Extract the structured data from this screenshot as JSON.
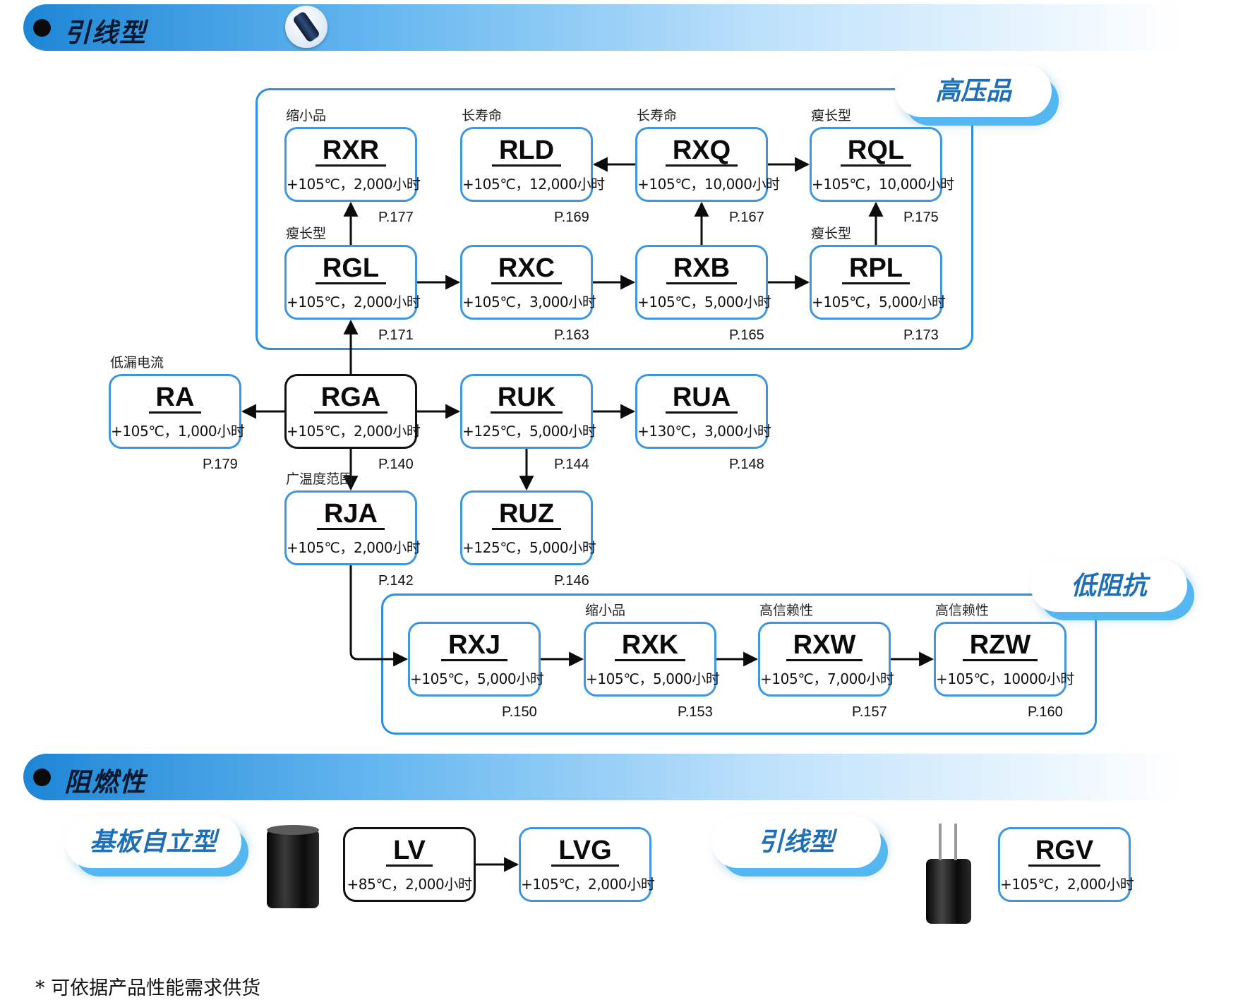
{
  "sections": {
    "leaded": "引线型",
    "flame": "阻燃性"
  },
  "tags": {
    "high_voltage": "高压品",
    "low_impedance": "低阻抗",
    "snap_in": "基板自立型",
    "leaded": "引线型"
  },
  "nodes": {
    "RXR": {
      "name": "RXR",
      "spec": "+105℃，2,000小时",
      "page": "P.177",
      "label": "缩小品"
    },
    "RLD": {
      "name": "RLD",
      "spec": "+105℃，12,000小时",
      "page": "P.169",
      "label": "长寿命"
    },
    "RXQ": {
      "name": "RXQ",
      "spec": "+105℃，10,000小时",
      "page": "P.167",
      "label": "长寿命"
    },
    "RQL": {
      "name": "RQL",
      "spec": "+105℃，10,000小时",
      "page": "P.175",
      "label": "瘦长型"
    },
    "RGL": {
      "name": "RGL",
      "spec": "+105℃，2,000小时",
      "page": "P.171",
      "label": "瘦长型"
    },
    "RXC": {
      "name": "RXC",
      "spec": "+105℃，3,000小时",
      "page": "P.163"
    },
    "RXB": {
      "name": "RXB",
      "spec": "+105℃，5,000小时",
      "page": "P.165"
    },
    "RPL": {
      "name": "RPL",
      "spec": "+105℃，5,000小时",
      "page": "P.173",
      "label": "瘦长型"
    },
    "RA": {
      "name": "RA",
      "spec": "+105℃，1,000小时",
      "page": "P.179",
      "label": "低漏电流"
    },
    "RGA": {
      "name": "RGA",
      "spec": "+105℃，2,000小时",
      "page": "P.140"
    },
    "RUK": {
      "name": "RUK",
      "spec": "+125℃，5,000小时",
      "page": "P.144"
    },
    "RUA": {
      "name": "RUA",
      "spec": "+130℃，3,000小时",
      "page": "P.148"
    },
    "RJA": {
      "name": "RJA",
      "spec": "+105℃，2,000小时",
      "page": "P.142",
      "label": "广温度范围"
    },
    "RUZ": {
      "name": "RUZ",
      "spec": "+125℃，5,000小时",
      "page": "P.146"
    },
    "RXJ": {
      "name": "RXJ",
      "spec": "+105℃，5,000小时",
      "page": "P.150"
    },
    "RXK": {
      "name": "RXK",
      "spec": "+105℃，5,000小时",
      "page": "P.153",
      "label": "缩小品"
    },
    "RXW": {
      "name": "RXW",
      "spec": "+105℃，7,000小时",
      "page": "P.157",
      "label": "高信赖性"
    },
    "RZW": {
      "name": "RZW",
      "spec": "+105℃，10000小时",
      "page": "P.160",
      "label": "高信赖性"
    },
    "LV": {
      "name": "LV",
      "spec": "+85℃，2,000小时"
    },
    "LVG": {
      "name": "LVG",
      "spec": "+105℃，2,000小时"
    },
    "RGV": {
      "name": "RGV",
      "spec": "+105℃，2,000小时"
    }
  },
  "edges": [
    [
      "RGL",
      "RXR"
    ],
    [
      "RGL",
      "RXC"
    ],
    [
      "RXC",
      "RXB"
    ],
    [
      "RXB",
      "RPL"
    ],
    [
      "RXB",
      "RXQ"
    ],
    [
      "RXQ",
      "RLD"
    ],
    [
      "RXQ",
      "RQL"
    ],
    [
      "RPL",
      "RQL"
    ],
    [
      "RGA",
      "RGL"
    ],
    [
      "RGA",
      "RA"
    ],
    [
      "RGA",
      "RUK"
    ],
    [
      "RUK",
      "RUA"
    ],
    [
      "RUK",
      "RUZ"
    ],
    [
      "RGA",
      "RJA"
    ],
    [
      "RJA",
      "RXJ"
    ],
    [
      "RXJ",
      "RXK"
    ],
    [
      "RXK",
      "RXW"
    ],
    [
      "RXW",
      "RZW"
    ],
    [
      "LV",
      "LVG"
    ]
  ],
  "footnote": "*  可依据产品性能需求供货",
  "colors": {
    "frame": "#2d8fe0",
    "node_border": "#3d96de",
    "tag_text": "#1f6fb6",
    "banner": "#1e86d6"
  }
}
